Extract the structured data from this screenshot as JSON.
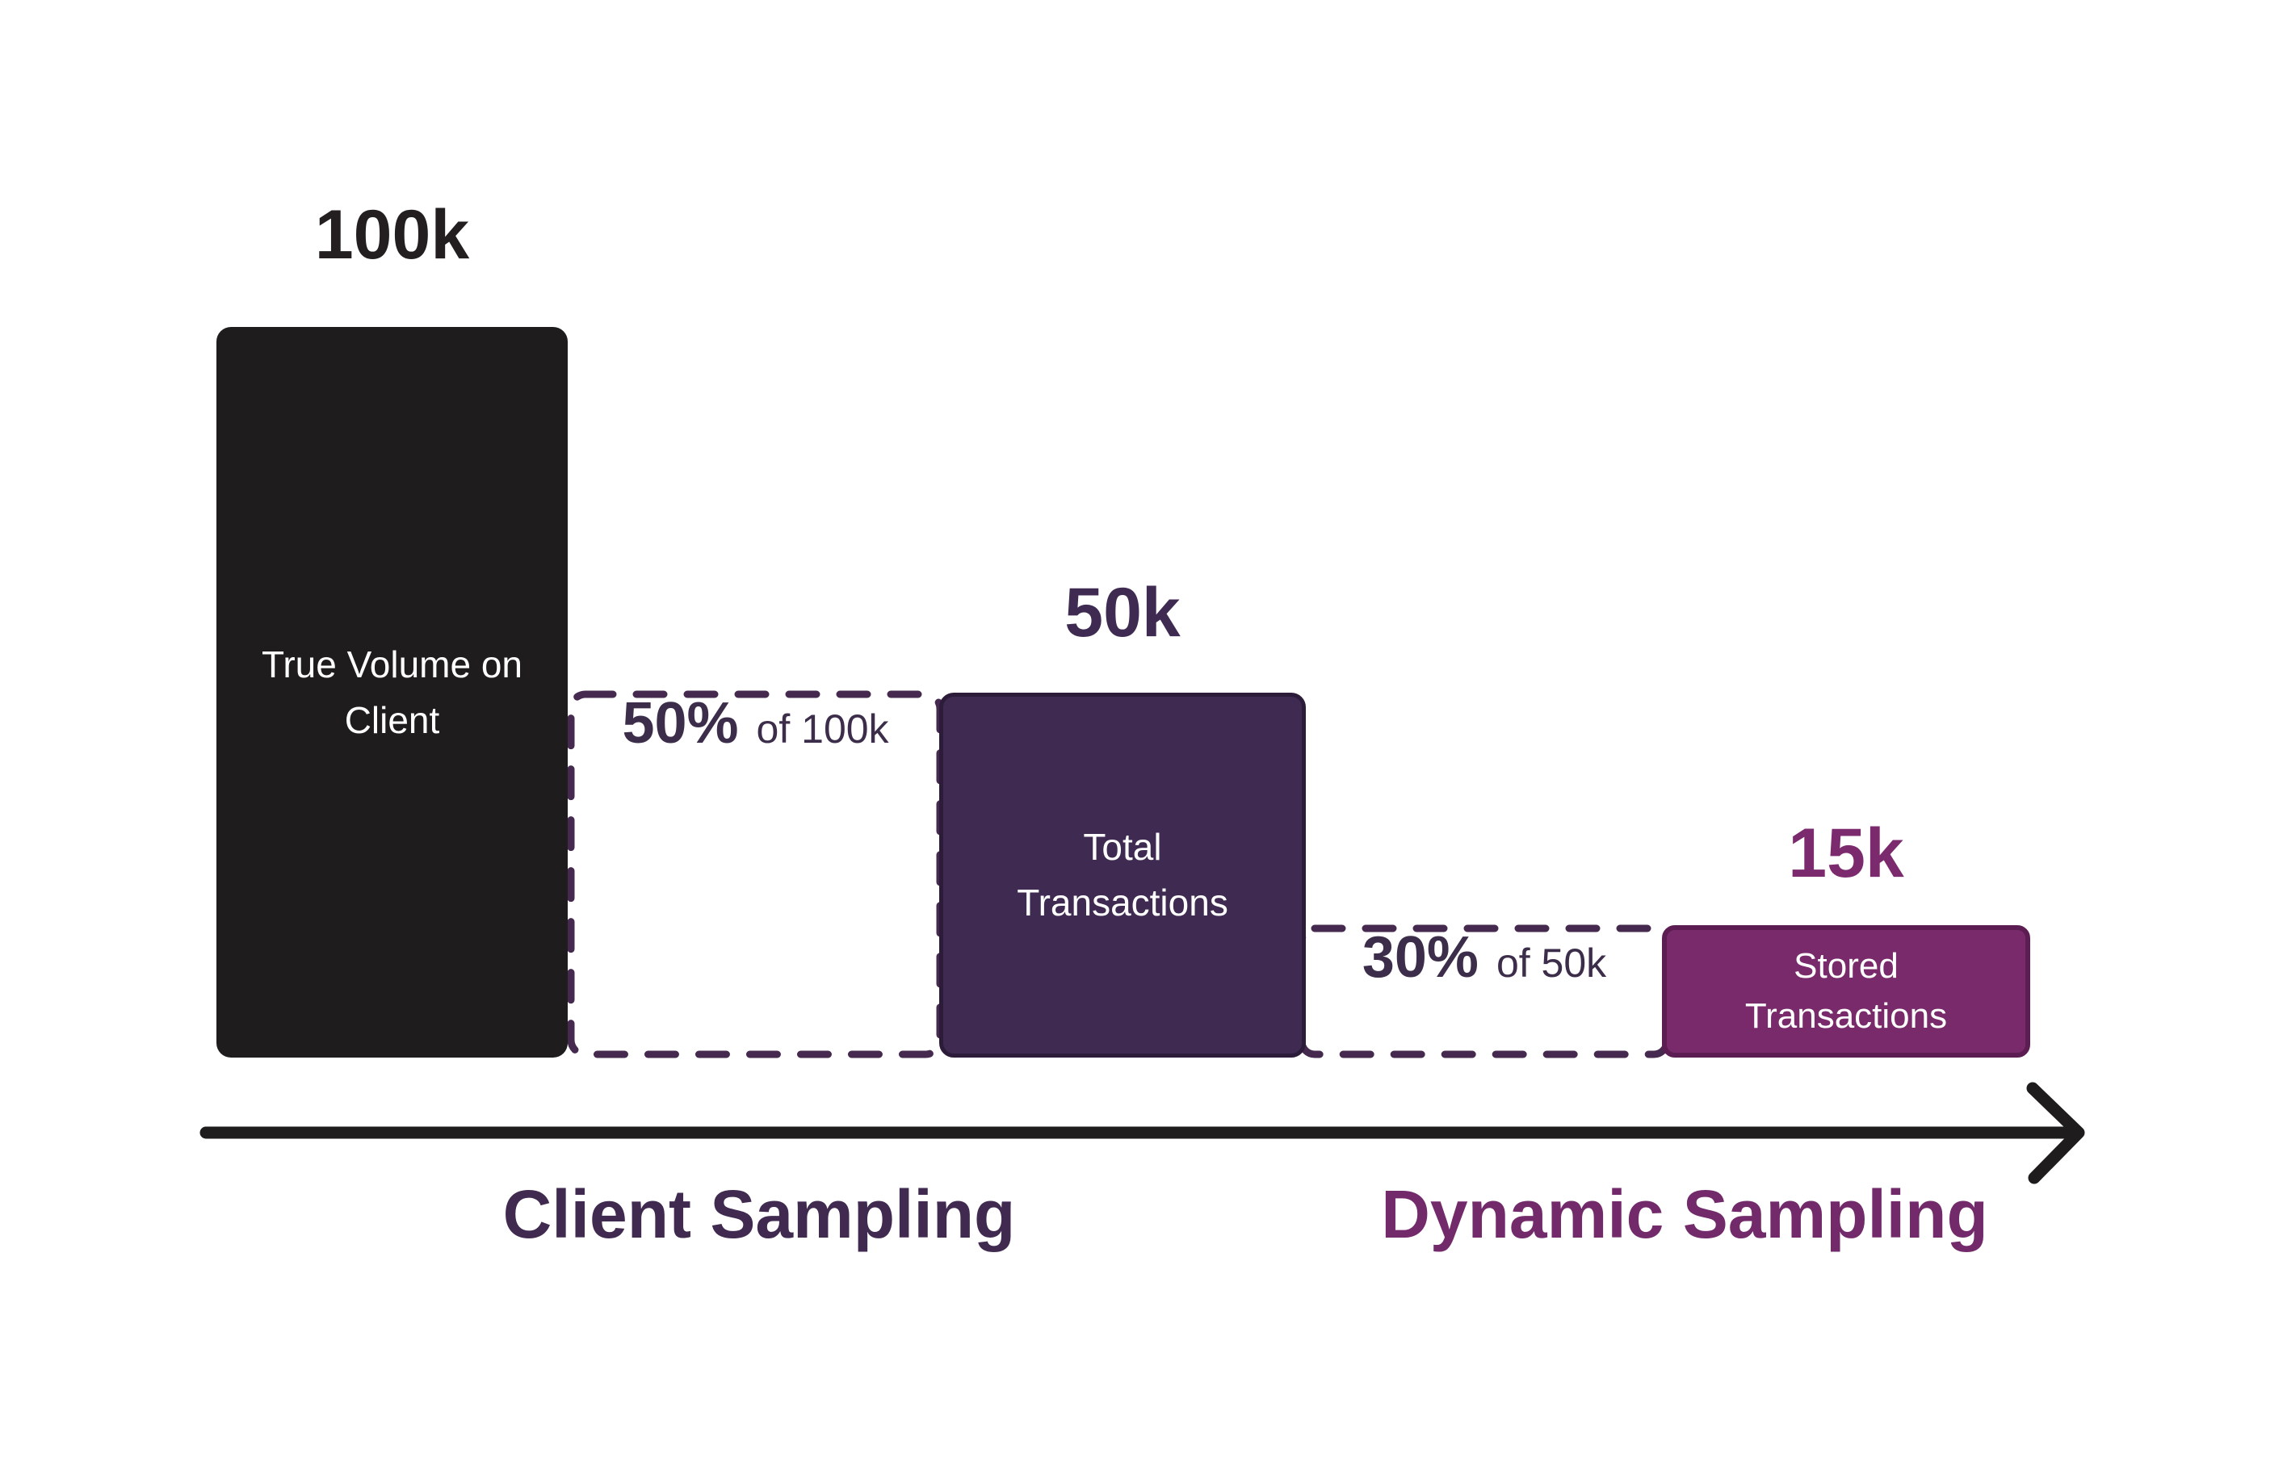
{
  "title": "Transaction sampling funnel diagram",
  "chart_data": {
    "type": "bar",
    "categories": [
      "True Volume on Client",
      "Total Transactions",
      "Stored Transactions"
    ],
    "values": [
      100000,
      50000,
      15000
    ],
    "value_labels": [
      "100k",
      "50k",
      "15k"
    ],
    "annotations": [
      {
        "between": [
          "True Volume on Client",
          "Total Transactions"
        ],
        "text": "50% of 100k"
      },
      {
        "between": [
          "Total Transactions",
          "Stored Transactions"
        ],
        "text": "30% of 50k"
      }
    ],
    "xlabel_segments": [
      "Client Sampling",
      "Dynamic Sampling"
    ],
    "legend": "none",
    "grid": false
  },
  "bars": {
    "client": {
      "value_label": "100k",
      "label": "True Volume on\nClient"
    },
    "total": {
      "value_label": "50k",
      "label": "Total\nTransactions"
    },
    "stored": {
      "value_label": "15k",
      "label": "Stored\nTransactions"
    }
  },
  "annotations": {
    "client_sampling": {
      "pct": "50%",
      "of": "of 100k"
    },
    "dynamic_sampling": {
      "pct": "30%",
      "of": "of 50k"
    }
  },
  "axis": {
    "left_label": "Client Sampling",
    "right_label": "Dynamic Sampling"
  },
  "icons": {
    "flow_arrow": "right-arrow"
  },
  "colors": {
    "background": "#ffffff",
    "near_black": "#1f1c1d",
    "dark_purple_fill": "#3f2a52",
    "dark_purple_border": "#2c1c39",
    "dashed_border": "#46294f",
    "percent_text": "#3c2d4a",
    "magenta_fill": "#792a6a",
    "magenta_border": "#5c1d52",
    "value_100k": "#231f20",
    "value_50k": "#3f2a52",
    "value_15k": "#7b2a6e",
    "client_label": "#402a50",
    "dynamic_label": "#722a6b",
    "arrow": "#1f1c1d"
  }
}
